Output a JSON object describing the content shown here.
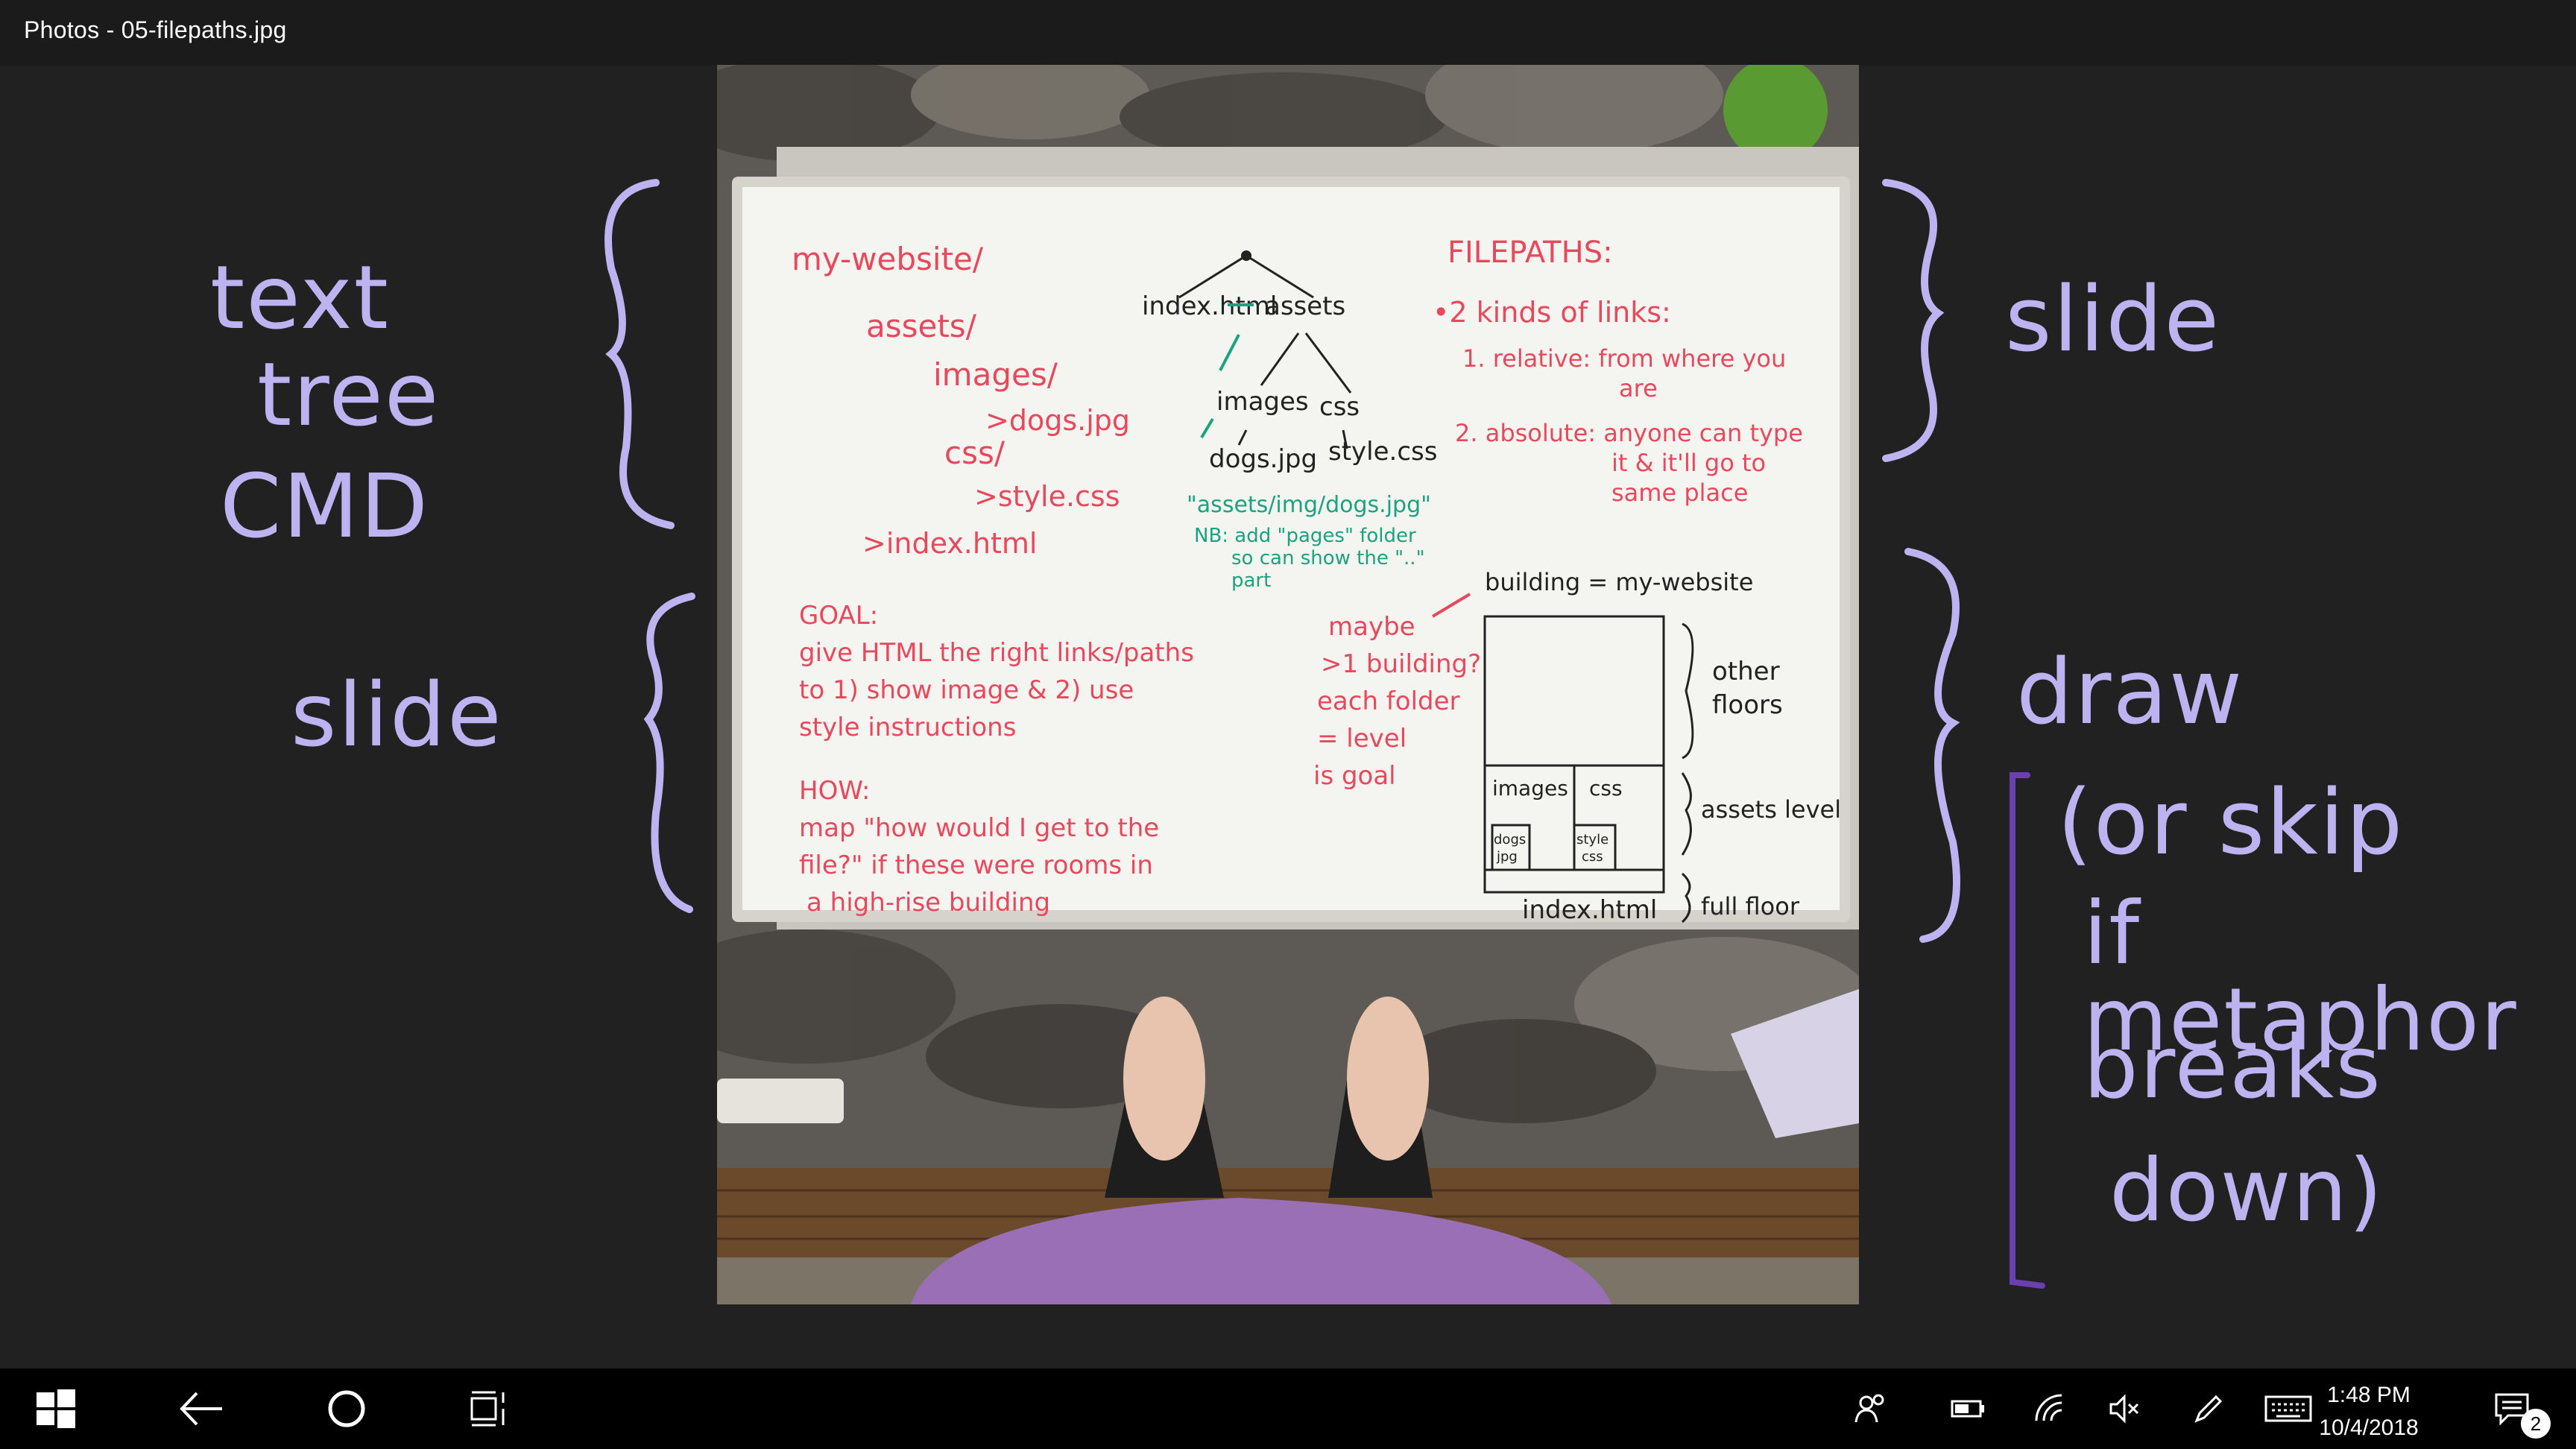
{
  "window": {
    "title": "Photos - 05-filepaths.jpg"
  },
  "annotations": {
    "left_top": [
      "text",
      "tree",
      "CMD"
    ],
    "left_bottom": "slide",
    "right_top": "slide",
    "right_bottom": [
      "draw",
      "(or skip",
      "if metaphor",
      "breaks",
      "down)"
    ]
  },
  "whiteboard": {
    "tree": {
      "root": "my-website/",
      "assets": "assets/",
      "images": "images/",
      "dogs": ">dogs.jpg",
      "css": "css/",
      "style": ">style.css",
      "index": ">index.html"
    },
    "diagram": {
      "index_node": "index.html",
      "assets_node": "assets",
      "images_node": "images",
      "css_node": "css",
      "dogs_node": "dogs.jpg",
      "style_node": "style.css",
      "path": "\"assets/img/dogs.jpg\"",
      "note": [
        "NB: add \"pages\" folder",
        "so can show the \"..\"",
        "part"
      ]
    },
    "filepaths": {
      "heading": "FILEPATHS:",
      "kinds": "•2 kinds of links:",
      "relative": "1. relative: from where you",
      "relative2": "are",
      "absolute": "2. absolute: anyone can type",
      "absolute2": "it & it'll go to",
      "absolute3": "same place"
    },
    "goal": {
      "heading": "GOAL:",
      "lines": [
        "give HTML the right links/paths",
        "to 1) show image & 2) use",
        "style instructions"
      ]
    },
    "how": {
      "heading": "HOW:",
      "lines": [
        "map \"how would I get to the",
        "file?\" if these were rooms in",
        "a high-rise building"
      ]
    },
    "building": {
      "label": "building = my-website",
      "maybe": [
        "maybe",
        ">1 building?",
        "each folder",
        "= level",
        "is goal"
      ],
      "other_floors": [
        "other",
        "floors"
      ],
      "images_room": "images",
      "css_room": "css",
      "dogs_room": [
        "dogs",
        "jpg"
      ],
      "style_room": [
        "style",
        "css"
      ],
      "index_room": "index.html",
      "assets_level": "assets level",
      "full_floor": "full floor"
    }
  },
  "taskbar": {
    "time": "1:48 PM",
    "date": "10/4/2018",
    "notifications": "2"
  }
}
